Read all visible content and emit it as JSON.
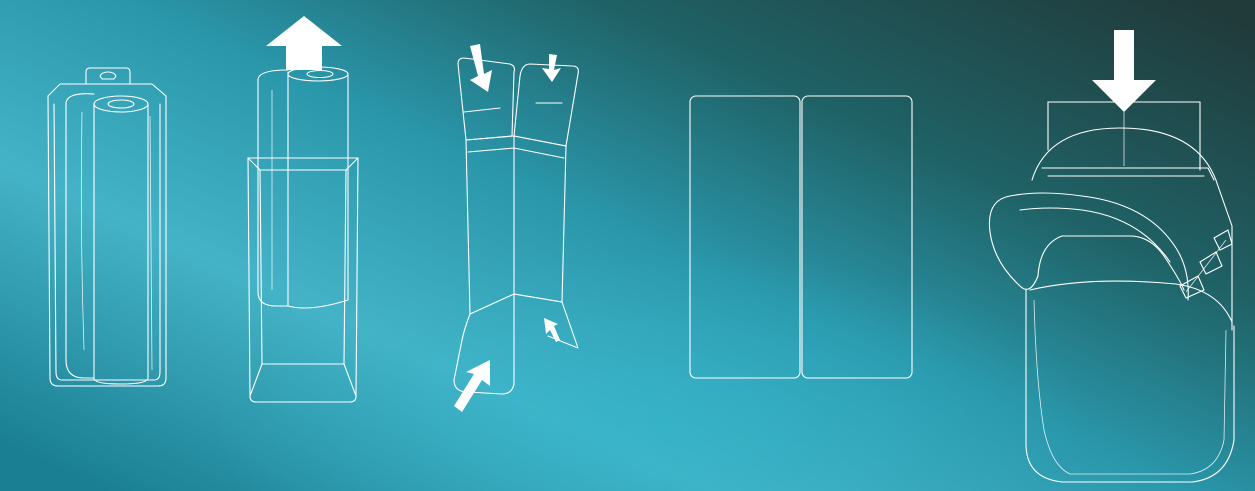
{
  "colors": {
    "background_light": "#45b3c7",
    "background_mid": "#1e8496",
    "background_dark": "#1f3c3c",
    "line": "#ffffff"
  },
  "steps": [
    {
      "id": 1,
      "content": "packaged-roll"
    },
    {
      "id": 2,
      "content": "remove-roll",
      "arrow": "up"
    },
    {
      "id": 3,
      "content": "unfold-box",
      "arrows": "four"
    },
    {
      "id": 4,
      "content": "flattened-box"
    },
    {
      "id": 5,
      "content": "insert-into-bag",
      "arrow": "down"
    }
  ]
}
